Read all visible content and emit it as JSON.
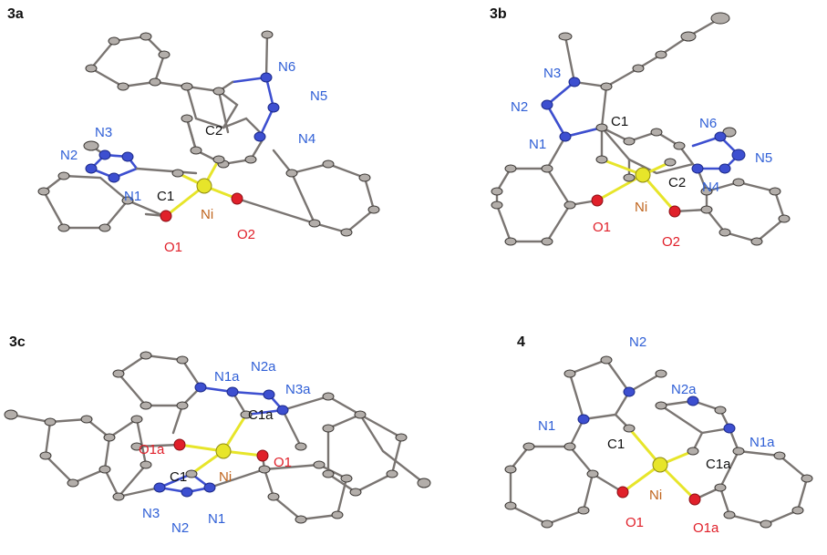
{
  "panels": [
    {
      "id": "3a",
      "labels": {
        "n1": "N1",
        "n2": "N2",
        "n3": "N3",
        "n4": "N4",
        "n5": "N5",
        "n6": "N6",
        "c1": "C1",
        "c2": "C2",
        "ni": "Ni",
        "o1": "O1",
        "o2": "O2"
      }
    },
    {
      "id": "3b",
      "labels": {
        "n1": "N1",
        "n2": "N2",
        "n3": "N3",
        "n4": "N4",
        "n5": "N5",
        "n6": "N6",
        "c1": "C1",
        "c2": "C2",
        "ni": "Ni",
        "o1": "O1",
        "o2": "O2"
      }
    },
    {
      "id": "3c",
      "labels": {
        "n1": "N1",
        "n2": "N2",
        "n3": "N3",
        "n1a": "N1a",
        "n2a": "N2a",
        "n3a": "N3a",
        "c1": "C1",
        "c1a": "C1a",
        "ni": "Ni",
        "o1": "O1",
        "o1a": "O1a"
      }
    },
    {
      "id": "4",
      "labels": {
        "n1": "N1",
        "n2": "N2",
        "n1a": "N1a",
        "n2a": "N2a",
        "c1": "C1",
        "c1a": "C1a",
        "ni": "Ni",
        "o1": "O1",
        "o1a": "O1a"
      }
    }
  ],
  "colors": {
    "nitrogen": "#2f5fd6",
    "oxygen": "#e0202a",
    "nickel": "#e7e52a",
    "carbon": "#b3aeaa",
    "bond": "#7a7572"
  }
}
